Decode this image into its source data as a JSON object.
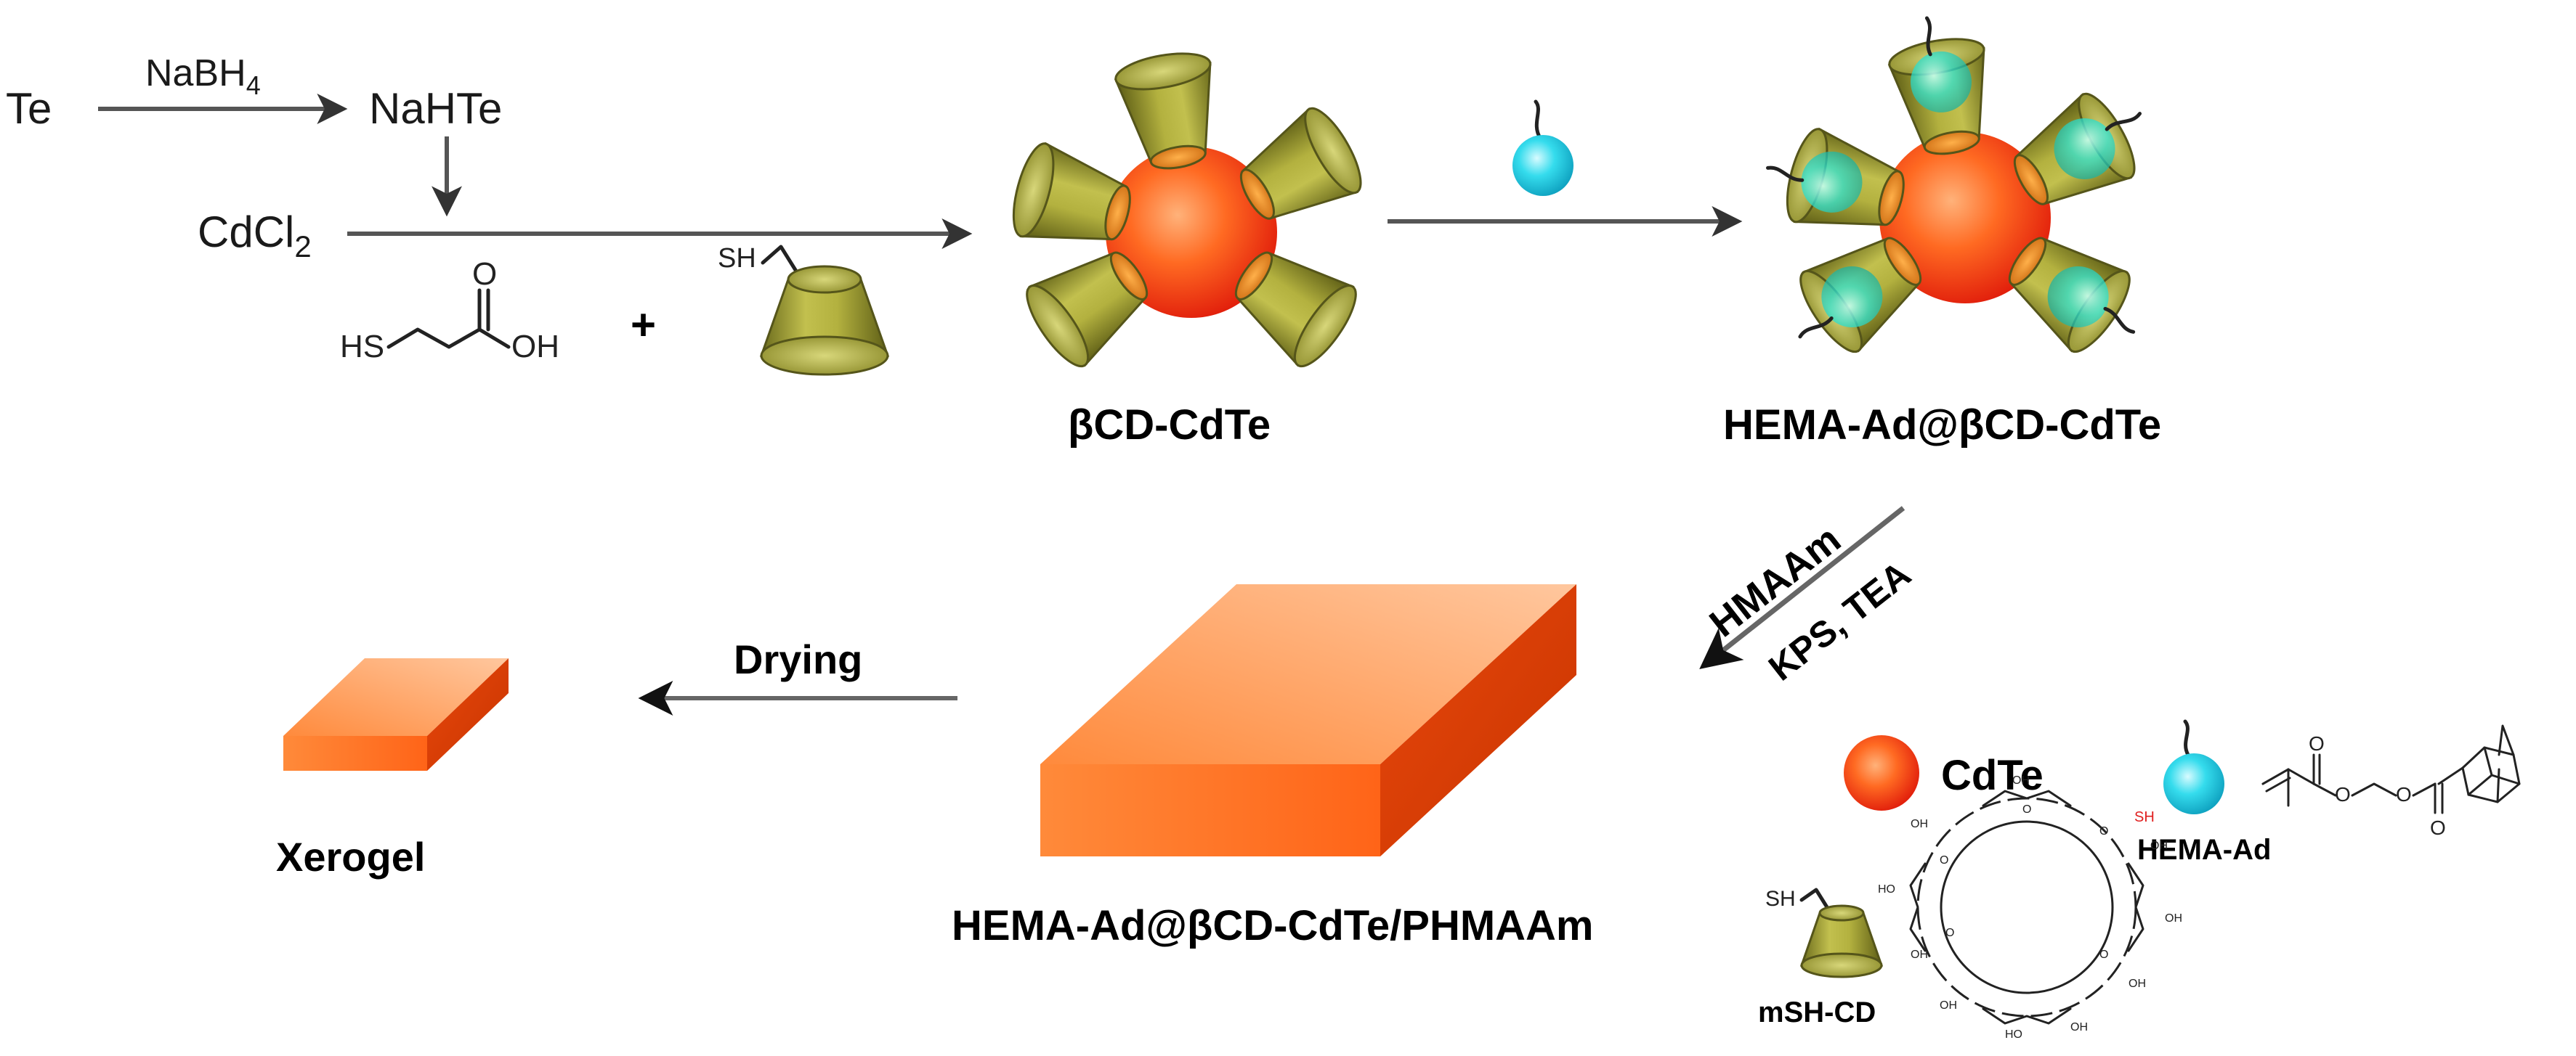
{
  "colors": {
    "cdte_core": "#ff5a1a",
    "cd_cone": "#a9a83c",
    "hema_ad": "#2fd6e6",
    "gel": "#ff7a2e",
    "sh_red": "#e02020"
  },
  "labels": {
    "te": "Te",
    "nabh4": "NaBH",
    "nabh4_sub": "4",
    "nahte": "NaHTe",
    "cdcl": "CdCl",
    "cdcl_sub": "2",
    "plus": "+",
    "mpa_hs": "HS",
    "mpa_o": "O",
    "mpa_oh": "OH",
    "cd_sh": "SH",
    "bcd_cdte": "βCD-CdTe",
    "hema_ad_bcd_cdte": "HEMA-Ad@βCD-CdTe",
    "hmaam": "HMAAm",
    "kps_tea": "KPS, TEA",
    "drying": "Drying",
    "xerogel": "Xerogel",
    "gel_product": "HEMA-Ad@βCD-CdTe/PHMAAm",
    "legend_cdte": "CdTe",
    "legend_hema_ad": "HEMA-Ad",
    "legend_msh_cd": "mSH-CD",
    "legend_sh": "SH",
    "legend_sh_red": "SH",
    "struct_o": "O",
    "struct_oh": "OH",
    "struct_ho": "HO"
  },
  "icons": [
    "cdte-nanoparticle-icon",
    "cyclodextrin-cone-icon",
    "hema-ad-bead-icon",
    "hydrogel-slab-icon",
    "xerogel-slab-icon"
  ]
}
